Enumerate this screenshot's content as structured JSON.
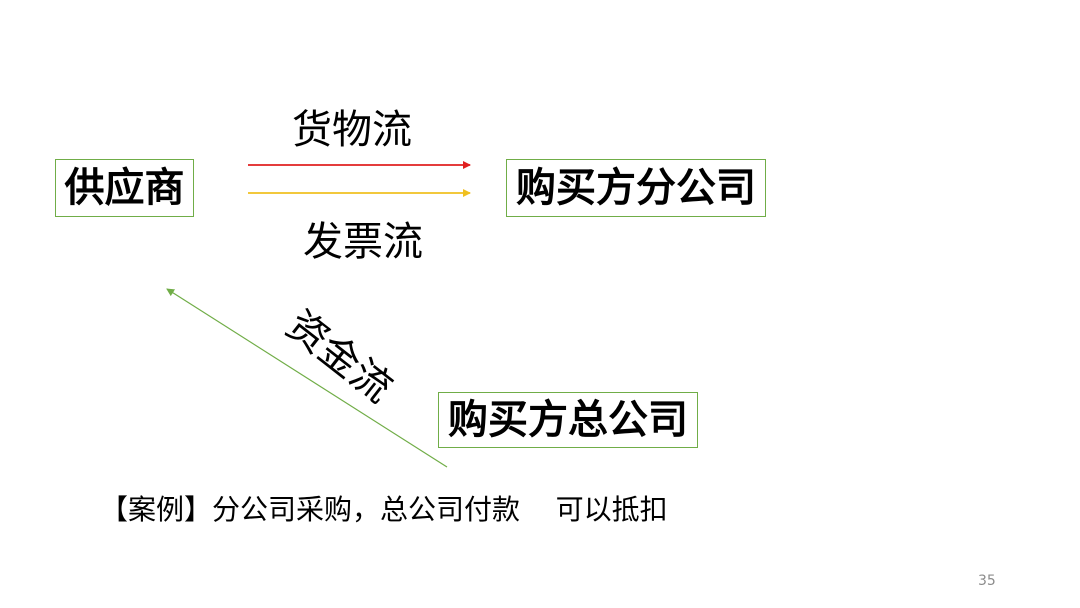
{
  "nodes": {
    "supplier": "供应商",
    "branch_buyer": "购买方分公司",
    "hq_buyer": "购买方总公司"
  },
  "flows": {
    "goods": {
      "label": "货物流",
      "color": "#e02020"
    },
    "invoice": {
      "label": "发票流",
      "color": "#f0c020"
    },
    "money": {
      "label": "资金流",
      "color": "#70ad47"
    }
  },
  "box_border_color": "#70ad47",
  "case_note": "【案例】分公司采购，总公司付款    可以抵扣",
  "page_number": "35"
}
